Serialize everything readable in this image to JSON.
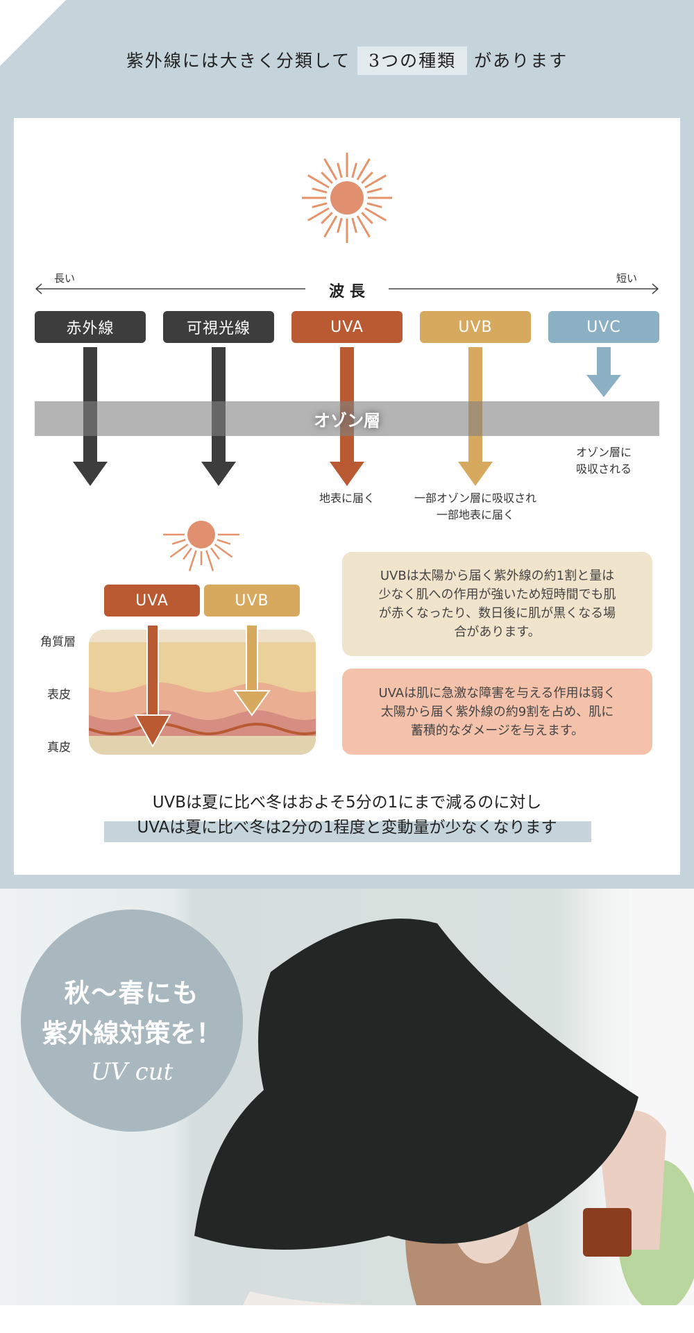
{
  "header": {
    "title_before": "紫外線には大きく分類して",
    "title_highlight": "3つの種類",
    "title_after": "があります"
  },
  "wavelength": {
    "label": "波 長",
    "long": "長い",
    "short": "短い"
  },
  "rays": [
    {
      "name": "赤外線",
      "color": "#3d3d3d"
    },
    {
      "name": "可視光線",
      "color": "#3d3d3d"
    },
    {
      "name": "UVA",
      "color": "#b95a33"
    },
    {
      "name": "UVB",
      "color": "#d6a95e"
    },
    {
      "name": "UVC",
      "color": "#8bb0c4"
    }
  ],
  "ozone": "オゾン層",
  "notes": {
    "uva": "地表に届く",
    "uvb_1": "一部オゾン層に吸収され",
    "uvb_2": "一部地表に届く",
    "uvc_1": "オゾン層に",
    "uvc_2": "吸収される"
  },
  "skin": {
    "uva": "UVA",
    "uvb": "UVB",
    "layers": [
      "角質層",
      "表皮",
      "真皮"
    ]
  },
  "info": {
    "uvb": [
      "UVBは太陽から届く紫外線の約1割と量は",
      "少なく肌への作用が強いため短時間でも肌",
      "が赤くなったり、数日後に肌が黒くなる場",
      "合があります。"
    ],
    "uva": [
      "UVAは肌に急激な障害を与える作用は弱く",
      "太陽から届く紫外線の約9割を占め、肌に",
      "蓄積的なダメージを与えます。"
    ]
  },
  "summary": {
    "line1": "UVBは夏に比べ冬はおよそ5分の1にまで減るのに対し",
    "line2": "UVAは夏に比べ冬は2分の1程度と変動量が少なくなります"
  },
  "promo": {
    "line1": "秋〜春にも",
    "line2": "紫外線対策を！",
    "script": "UV cut"
  }
}
